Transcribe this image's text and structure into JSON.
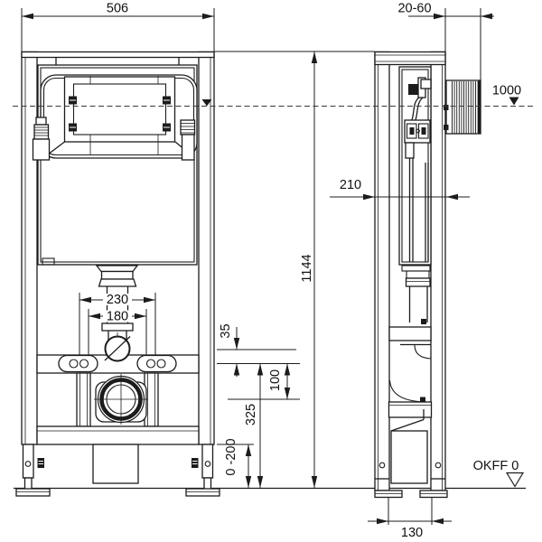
{
  "diagram": {
    "dimensions": {
      "frame_width": "506",
      "wall_distance": "20-60",
      "actuation_height": "1000",
      "frame_depth": "210",
      "frame_height": "1144",
      "fixing_spacing_outer": "230",
      "fixing_spacing_inner": "180",
      "pipe_to_fixing": "35",
      "fixing_to_outlet": "100",
      "outlet_height": "325",
      "leg_adjustment": "0 -200",
      "floor_level": "OKFF 0",
      "foot_depth": "130"
    }
  }
}
